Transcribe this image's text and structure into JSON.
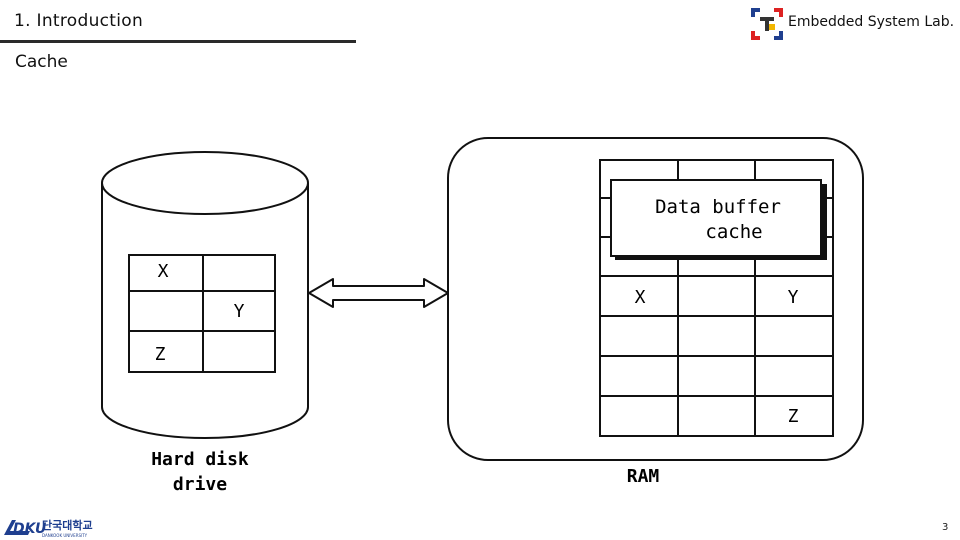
{
  "header": {
    "title": "1. Introduction",
    "lab_name": "Embedded System Lab."
  },
  "subtitle": "Cache",
  "diagram": {
    "disk": {
      "cells": [
        "X",
        "",
        "",
        "Y",
        "Z",
        ""
      ],
      "label_line1": "Hard disk",
      "label_line2": "drive"
    },
    "ram": {
      "buffer_label_line1": "Data buffer",
      "buffer_label_line2": "cache",
      "rows": [
        [
          "X",
          "",
          "Y"
        ],
        [
          "",
          "",
          ""
        ],
        [
          "",
          "",
          ""
        ],
        [
          "",
          "",
          "Z"
        ]
      ],
      "label": "RAM"
    }
  },
  "footer": {
    "university_logo_text": "단국대학교",
    "university_logo_subtext": "DANKOOK UNIVERSITY",
    "page_number": "3"
  }
}
